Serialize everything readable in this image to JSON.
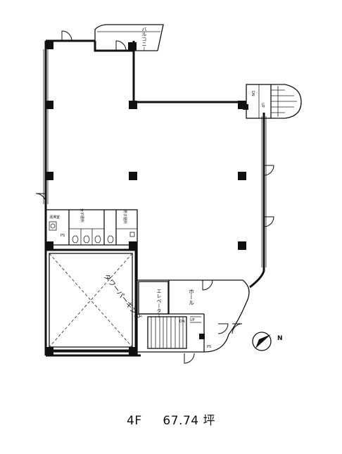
{
  "plan": {
    "balcony_label": "バルコニー",
    "tower_parking_label": "タワーパーキング",
    "elevator_label": "エレベーター",
    "hall_label": "ホール",
    "womens_restroom_label": "女子便所",
    "mens_restroom_label": "男子便所",
    "kitchenette_label": "湯沸室",
    "ps_label": "PS",
    "up_label": "UP",
    "dn_label": "DN",
    "north_label": "N"
  },
  "caption": {
    "floor": "4F",
    "area": "67.74",
    "unit": "坪"
  }
}
